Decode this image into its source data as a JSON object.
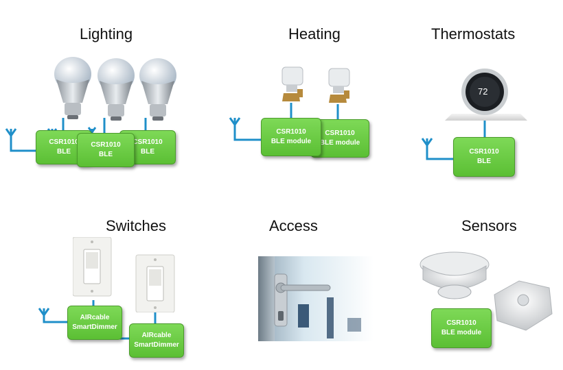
{
  "sections": {
    "lighting": {
      "title": "Lighting"
    },
    "heating": {
      "title": "Heating"
    },
    "thermostats": {
      "title": "Thermostats"
    },
    "switches": {
      "title": "Switches"
    },
    "access": {
      "title": "Access"
    },
    "sensors": {
      "title": "Sensors"
    }
  },
  "modules": {
    "lighting_1": {
      "line1": "CSR1010",
      "line2": "BLE"
    },
    "lighting_2": {
      "line1": "CSR1010",
      "line2": "BLE"
    },
    "lighting_3": {
      "line1": "CSR1010",
      "line2": "BLE"
    },
    "heating_1": {
      "line1": "CSR1010",
      "line2": "BLE module"
    },
    "heating_2": {
      "line1": "CSR1010",
      "line2": "BLE module"
    },
    "thermostat": {
      "line1": "CSR1010",
      "line2": "BLE"
    },
    "switch_1": {
      "line1": "AIRcable",
      "line2": "SmartDimmer"
    },
    "switch_2": {
      "line1": "AIRcable",
      "line2": "SmartDimmer"
    },
    "sensor": {
      "line1": "CSR1010",
      "line2": "BLE module"
    }
  },
  "thermostat_display": "72",
  "colors": {
    "module": "#6cc943",
    "wire": "#1f8fc9"
  }
}
